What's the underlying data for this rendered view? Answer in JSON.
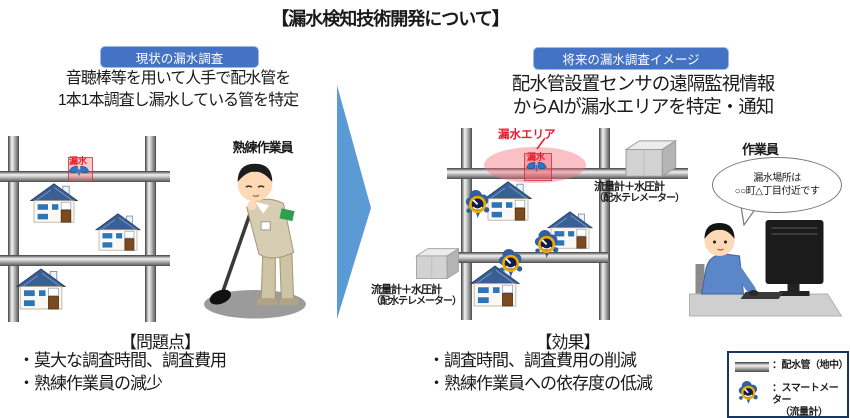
{
  "title": "【漏水検知技術開発について】",
  "left": {
    "badge": "現状の漏水調査",
    "desc_line1": "音聴棒等を用いて人手で配水管を",
    "desc_line2": "1本1本調査し漏水している管を特定",
    "leak_label": "漏水",
    "worker_label": "熟練作業員",
    "issues_title": "【問題点】",
    "issues": [
      "・莫大な調査時間、調査費用",
      "・熟練作業員の減少"
    ]
  },
  "right": {
    "badge": "将来の漏水調査イメージ",
    "desc_line1": "配水管設置センサの遠隔監視情報",
    "desc_line2": "からAIが漏水エリアを特定・通知",
    "leak_area_label": "漏水エリア",
    "leak_label": "漏水",
    "sensor_top": {
      "line1": "流量計＋水圧計",
      "line2": "（配水テレメーター）"
    },
    "sensor_bottom": {
      "line1": "流量計＋水圧計",
      "line2": "（配水テレメーター）"
    },
    "worker_label": "作業員",
    "bubble_line1": "漏水場所は",
    "bubble_line2": "○○町△丁目付近です",
    "effects_title": "【効果】",
    "effects": [
      "・調査時間、調査費用の削減",
      "・熟練作業員への依存度の低減"
    ]
  },
  "legend": {
    "pipe_label": "：配水管（地中）",
    "meter_label_line1": "：スマートメーター",
    "meter_label_line2": "（流量計）"
  },
  "colors": {
    "badge_blue": "#4472c4",
    "arrow_blue": "#5b9bd5",
    "alert_red": "#e8192c"
  }
}
